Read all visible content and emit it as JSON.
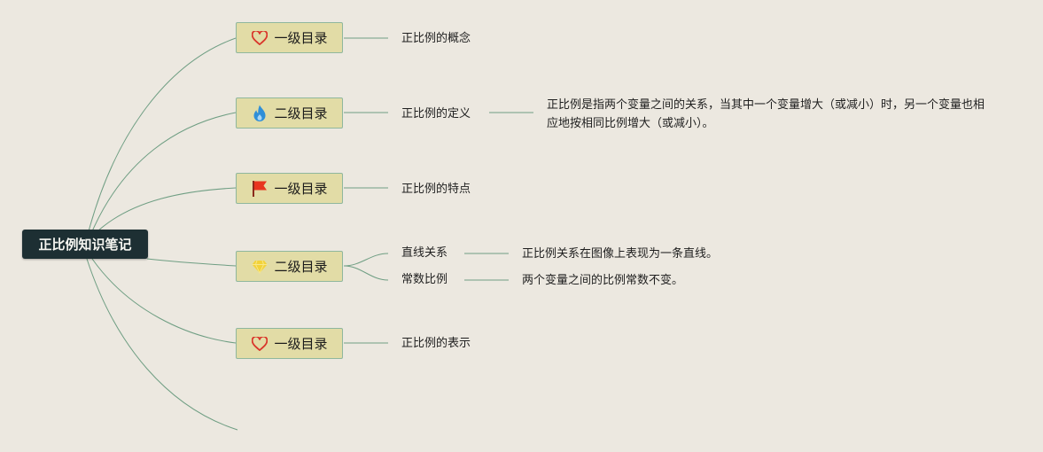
{
  "root": {
    "label": "正比例知识笔记"
  },
  "branches": [
    {
      "label": "一级目录",
      "icon": "heart-icon",
      "children": [
        {
          "label": "正比例的概念"
        }
      ]
    },
    {
      "label": "二级目录",
      "icon": "fire-icon",
      "children": [
        {
          "label": "正比例的定义",
          "detail": "正比例是指两个变量之间的关系，当其中一个变量增大（或减小）时，另一个变量也相应地按相同比例增大（或减小）。"
        }
      ]
    },
    {
      "label": "一级目录",
      "icon": "flag-icon",
      "children": [
        {
          "label": "正比例的特点"
        }
      ]
    },
    {
      "label": "二级目录",
      "icon": "gem-icon",
      "children": [
        {
          "label": "直线关系",
          "detail": "正比例关系在图像上表现为一条直线。"
        },
        {
          "label": "常数比例",
          "detail": "两个变量之间的比例常数不变。"
        }
      ]
    },
    {
      "label": "一级目录",
      "icon": "heart-icon",
      "children": [
        {
          "label": "正比例的表示"
        }
      ]
    }
  ],
  "colors": {
    "background": "#ece8e0",
    "root_fill": "#1d2f33",
    "branch_fill": "#e2dca6",
    "branch_border": "#8fb79d",
    "connector": "#6f9e83",
    "heart": "#d9362b",
    "fire": "#2f8fd8",
    "flag": "#e8351f",
    "gem": "#f2d23a"
  }
}
